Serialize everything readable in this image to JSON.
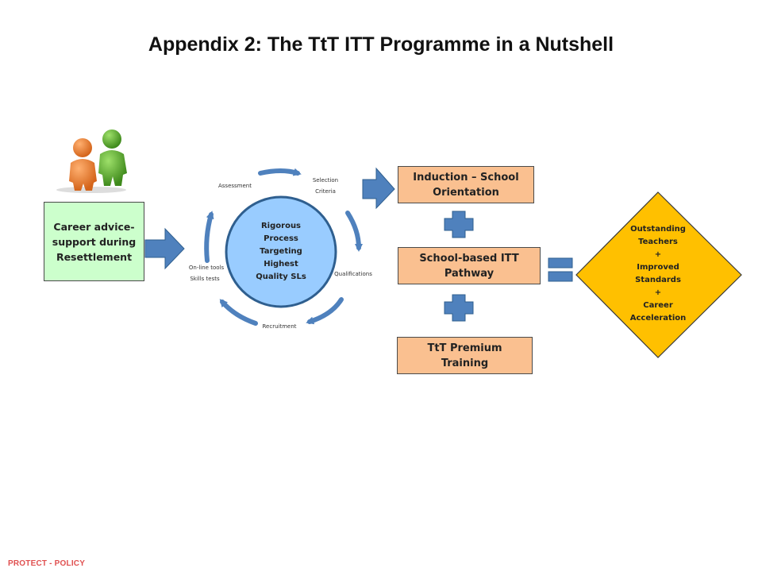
{
  "title": "Appendix 2: The TtT ITT Programme in a Nutshell",
  "career_box": "Career advice-\nsupport during\nResettlement",
  "cycle": {
    "center": [
      "Rigorous",
      "Process",
      "Targeting",
      "Highest",
      "Quality SLs"
    ],
    "steps": {
      "selection": [
        "Selection",
        "Criteria"
      ],
      "qualifications": "Qualifications",
      "recruitment": "Recruitment",
      "online": [
        "On-line tools",
        "Skills tests"
      ],
      "assessment": "Assessment"
    }
  },
  "induction_box": "Induction – School\nOrientation",
  "school_box": "School-based ITT\nPathway",
  "premium_box": "TtT Premium\nTraining",
  "outcome": [
    "Outstanding",
    "Teachers",
    "+",
    "Improved",
    "Standards",
    "+",
    "Career",
    "Acceleration"
  ],
  "footer": "PROTECT - POLICY",
  "colors": {
    "arrow": "#4f81bd",
    "circle_fill": "#99ccff",
    "circle_ring": "#2f5f8f",
    "career_fill": "#ccffcc",
    "box_fill": "#fac090",
    "diamond_fill": "#ffc000",
    "figure_orange": "#e87722",
    "figure_green": "#5aa02c",
    "footer": "#e05050"
  }
}
